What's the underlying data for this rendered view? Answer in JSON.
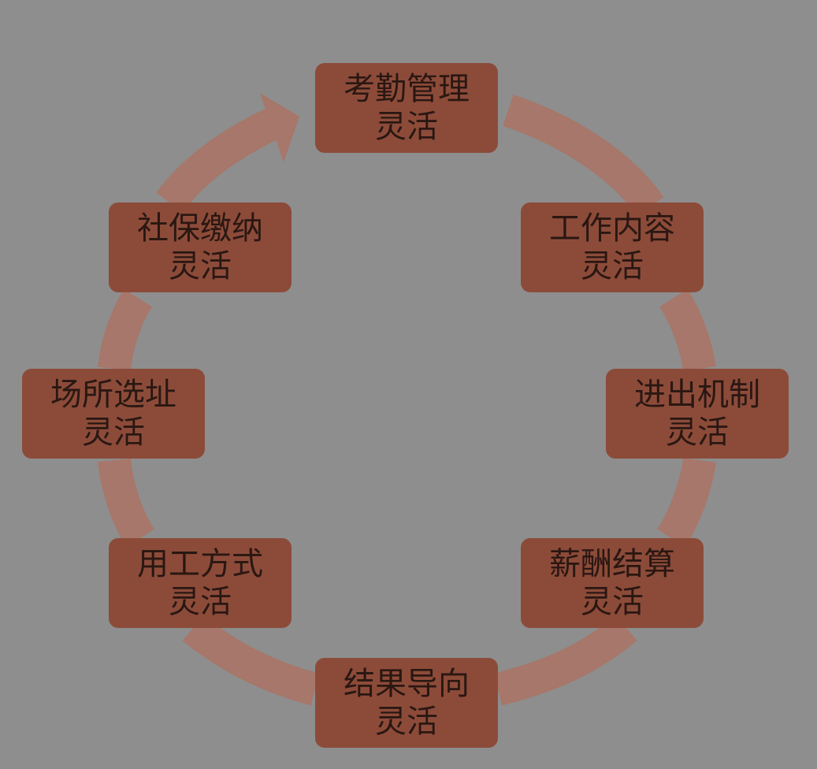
{
  "diagram": {
    "type": "cycle",
    "nodes": [
      {
        "line1": "考勤管理",
        "line2": "灵活"
      },
      {
        "line1": "工作内容",
        "line2": "灵活"
      },
      {
        "line1": "进出机制",
        "line2": "灵活"
      },
      {
        "line1": "薪酬结算",
        "line2": "灵活"
      },
      {
        "line1": "结果导向",
        "line2": "灵活"
      },
      {
        "line1": "用工方式",
        "line2": "灵活"
      },
      {
        "line1": "场所选址",
        "line2": "灵活"
      },
      {
        "line1": "社保缴纳",
        "line2": "灵活"
      }
    ],
    "colors": {
      "background": "#8e8e8e",
      "node_fill": "#8c4b39",
      "ring": "#a6776a",
      "text": "#2a1712"
    }
  }
}
